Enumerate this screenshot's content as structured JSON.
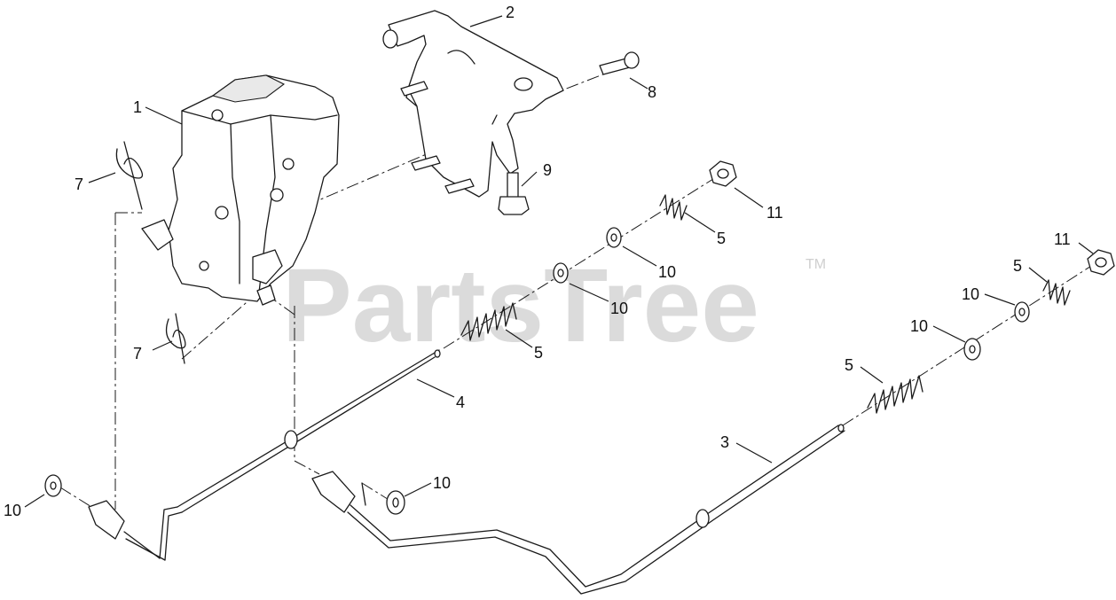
{
  "watermark": {
    "text": "PartsTree",
    "trademark": "TM"
  },
  "callouts": [
    {
      "id": "c2",
      "label": "2"
    },
    {
      "id": "c1",
      "label": "1"
    },
    {
      "id": "c8",
      "label": "8"
    },
    {
      "id": "c9",
      "label": "9"
    },
    {
      "id": "c7a",
      "label": "7"
    },
    {
      "id": "c11a",
      "label": "11"
    },
    {
      "id": "c5a",
      "label": "5"
    },
    {
      "id": "c10a",
      "label": "10"
    },
    {
      "id": "c10b",
      "label": "10"
    },
    {
      "id": "c5b",
      "label": "5"
    },
    {
      "id": "c7b",
      "label": "7"
    },
    {
      "id": "c4",
      "label": "4"
    },
    {
      "id": "c11b",
      "label": "11"
    },
    {
      "id": "c5c",
      "label": "5"
    },
    {
      "id": "c10c",
      "label": "10"
    },
    {
      "id": "c10d",
      "label": "10"
    },
    {
      "id": "c5d",
      "label": "5"
    },
    {
      "id": "c3",
      "label": "3"
    },
    {
      "id": "c10e",
      "label": "10"
    },
    {
      "id": "c10f",
      "label": "10"
    }
  ]
}
